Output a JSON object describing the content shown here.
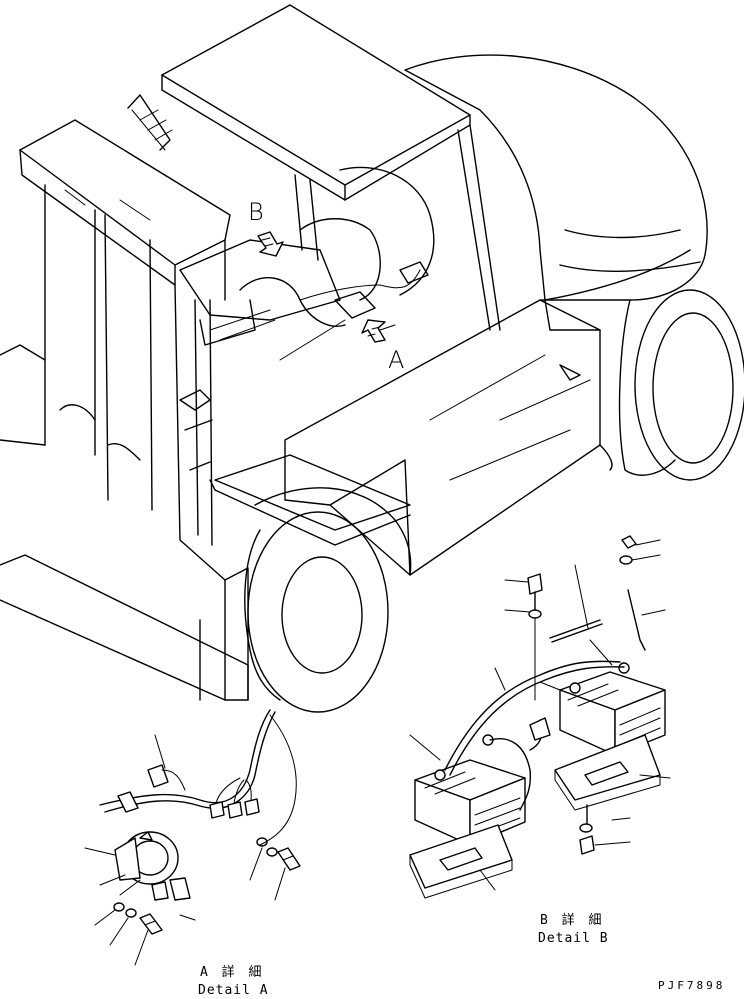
{
  "callouts": {
    "a": "A",
    "b": "B"
  },
  "captions": {
    "detail_a_jp": "A 詳 細",
    "detail_a_en": "Detail A",
    "detail_b_jp": "B 詳 細",
    "detail_b_en": "Detail B"
  },
  "drawing_code": "PJF7898"
}
